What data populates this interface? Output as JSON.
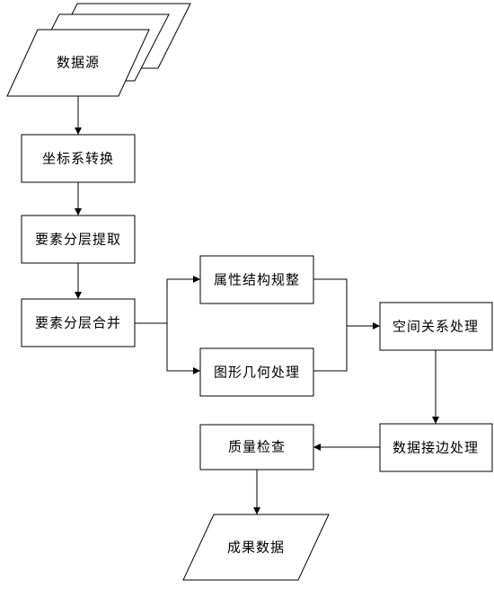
{
  "diagram": {
    "type": "flowchart",
    "nodes": [
      {
        "id": "source",
        "shape": "document-stack",
        "label": "数据源"
      },
      {
        "id": "coord",
        "shape": "rect",
        "label": "坐标系转换"
      },
      {
        "id": "extract",
        "shape": "rect",
        "label": "要素分层提取"
      },
      {
        "id": "merge",
        "shape": "rect",
        "label": "要素分层合并"
      },
      {
        "id": "attr",
        "shape": "rect",
        "label": "属性结构规整"
      },
      {
        "id": "geom",
        "shape": "rect",
        "label": "图形几何处理"
      },
      {
        "id": "spatial",
        "shape": "rect",
        "label": "空间关系处理"
      },
      {
        "id": "edge_match",
        "shape": "rect",
        "label": "数据接边处理"
      },
      {
        "id": "qc",
        "shape": "rect",
        "label": "质量检查"
      },
      {
        "id": "result",
        "shape": "parallelogram",
        "label": "成果数据"
      }
    ],
    "edges": [
      {
        "from": "source",
        "to": "coord"
      },
      {
        "from": "coord",
        "to": "extract"
      },
      {
        "from": "extract",
        "to": "merge"
      },
      {
        "from": "merge",
        "to": "attr"
      },
      {
        "from": "merge",
        "to": "geom"
      },
      {
        "from": "attr",
        "to": "spatial"
      },
      {
        "from": "geom",
        "to": "spatial"
      },
      {
        "from": "spatial",
        "to": "edge_match"
      },
      {
        "from": "edge_match",
        "to": "qc"
      },
      {
        "from": "qc",
        "to": "result"
      }
    ],
    "colors": {
      "stroke": "#000000",
      "fill": "#ffffff",
      "text": "#000000"
    }
  }
}
